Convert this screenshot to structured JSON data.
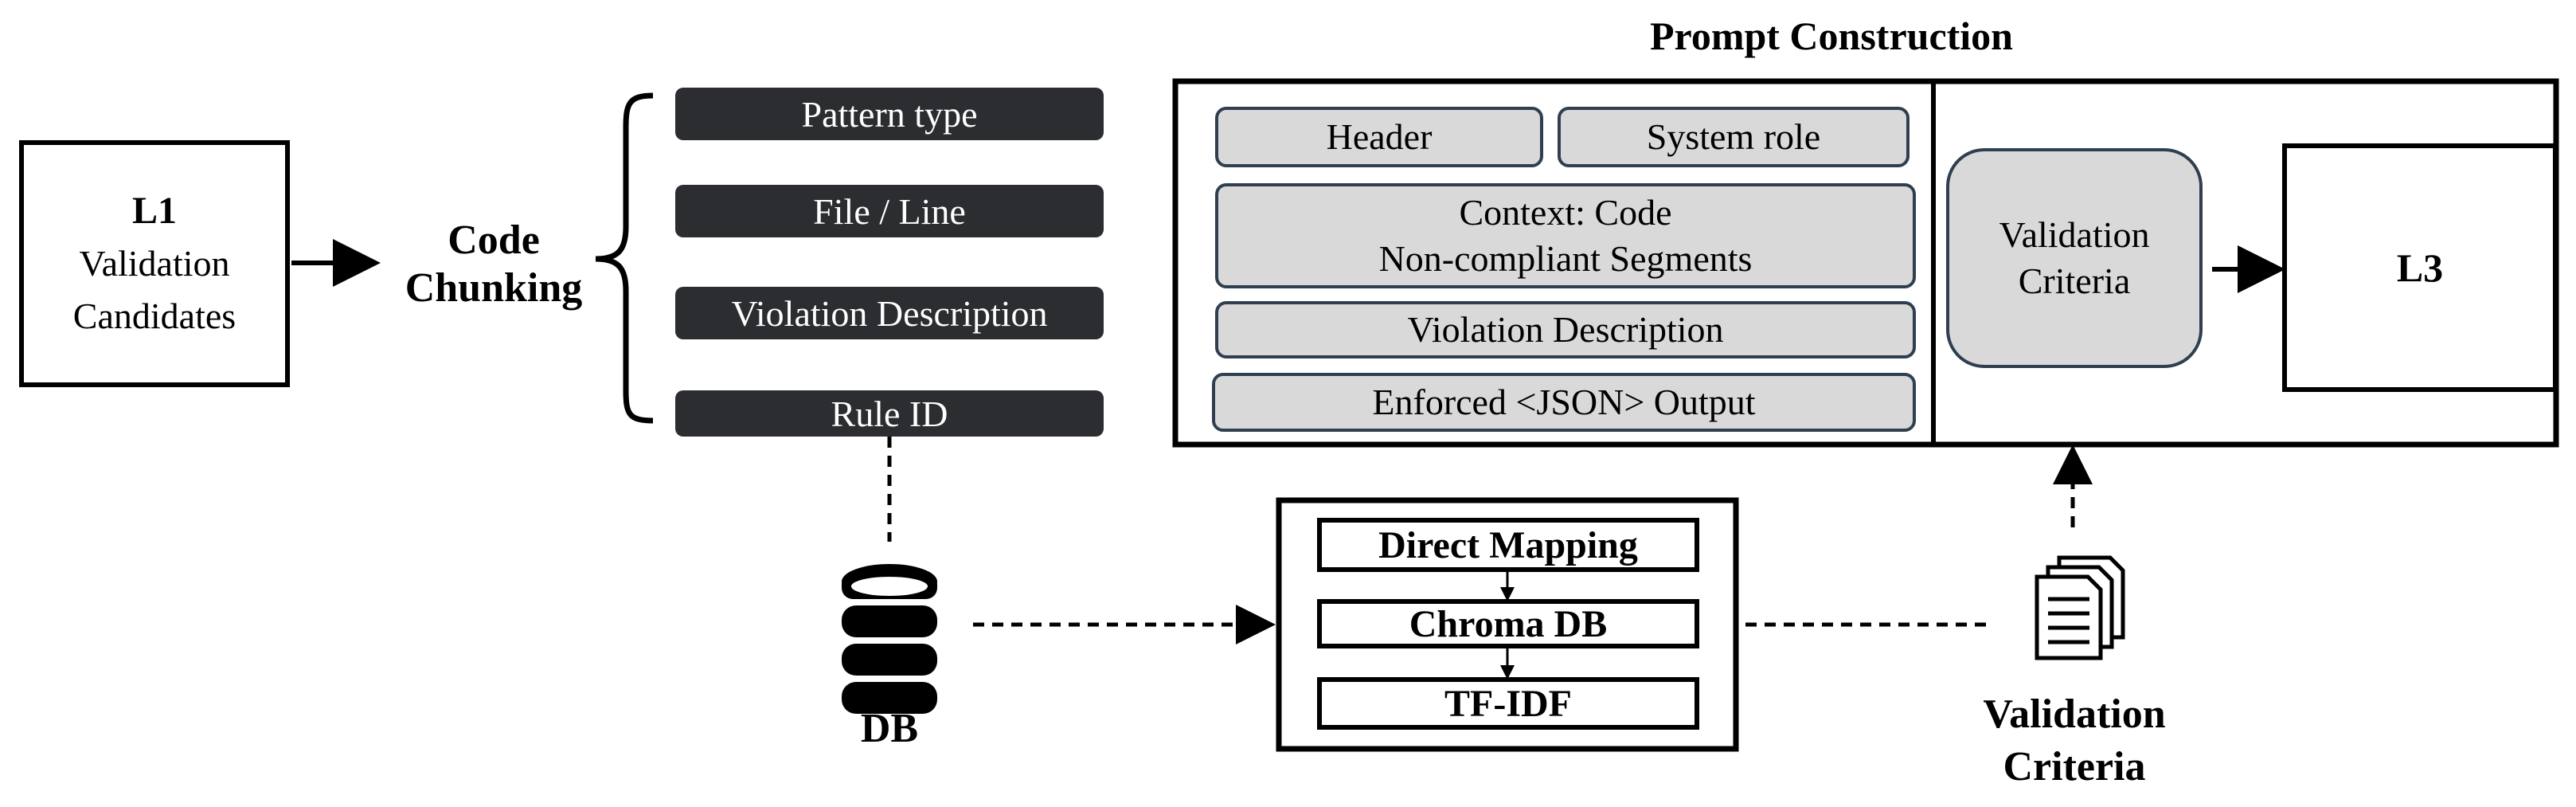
{
  "title": "Prompt Construction",
  "l1": {
    "title": "L1",
    "line1": "Validation",
    "line2": "Candidates"
  },
  "code_chunking": {
    "line1": "Code",
    "line2": "Chunking"
  },
  "chunks": [
    "Pattern type",
    "File / Line",
    "Violation Description",
    "Rule ID"
  ],
  "prompt": {
    "header": "Header",
    "system_role": "System role",
    "context_line1": "Context: Code",
    "context_line2": "Non-compliant Segments",
    "violation": "Violation Description",
    "output": "Enforced <JSON> Output",
    "criteria_line1": "Validation",
    "criteria_line2": "Criteria"
  },
  "l3": "L3",
  "db_label": "DB",
  "retrieval": [
    "Direct Mapping",
    "Chroma DB",
    "TF-IDF"
  ],
  "criteria_docs": {
    "line1": "Validation",
    "line2": "Criteria"
  }
}
